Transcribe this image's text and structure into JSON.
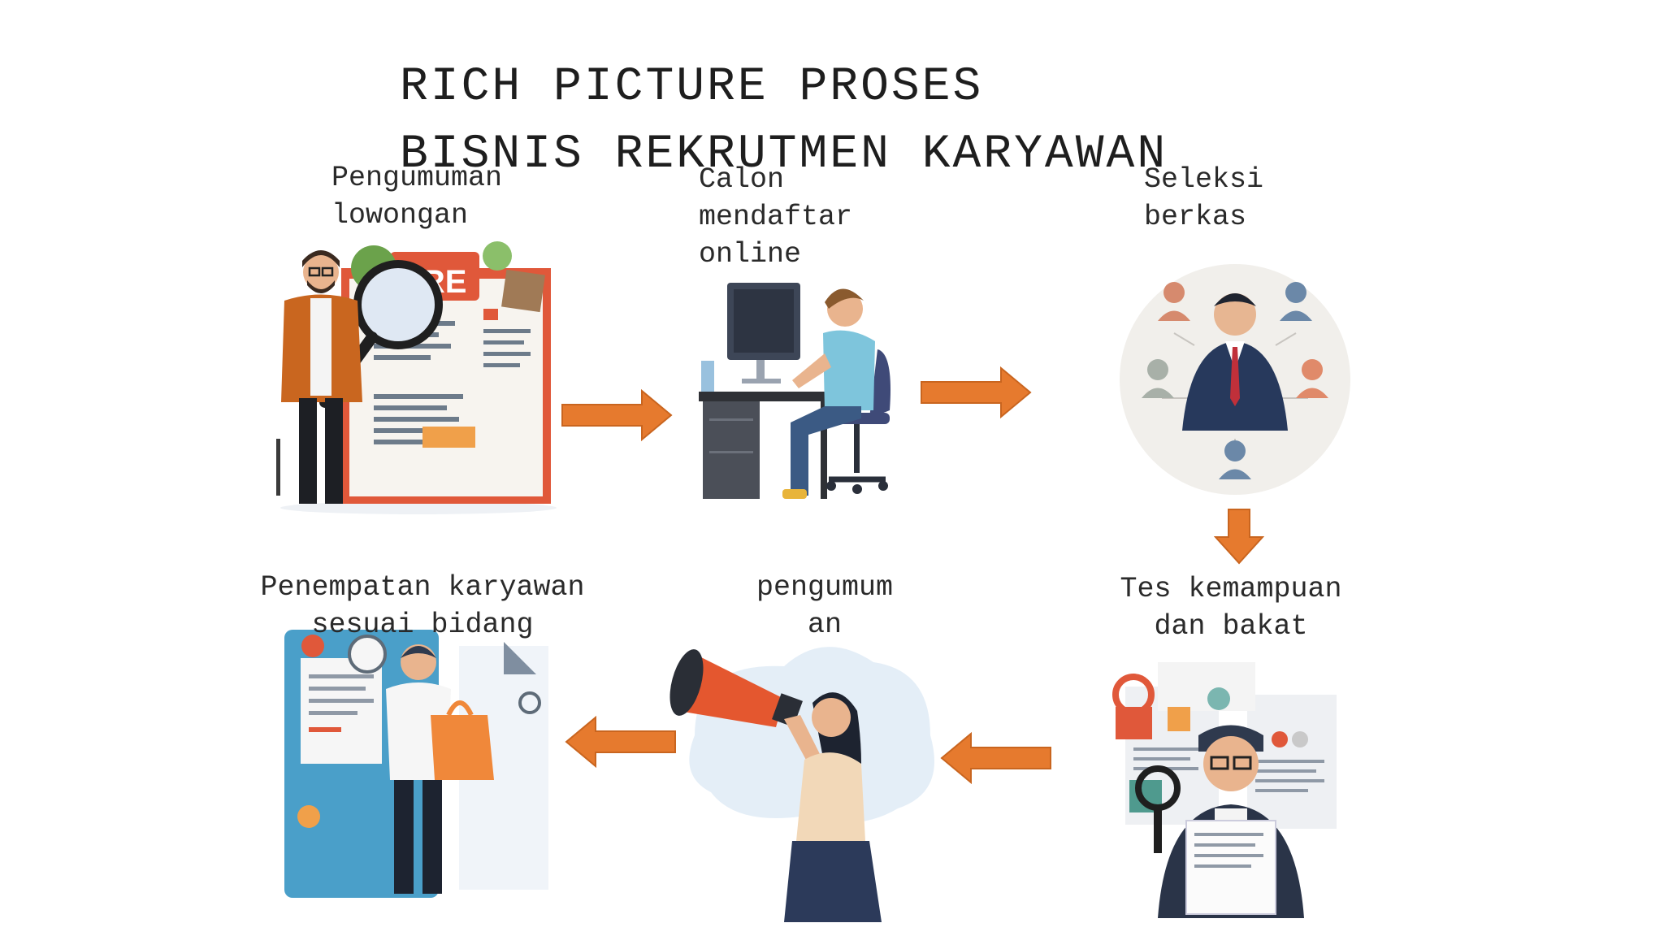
{
  "diagram": {
    "title_lines": [
      "RICH PICTURE PROSES",
      "BISNIS REKRUTMEN KARYAWAN"
    ],
    "steps": [
      {
        "label_lines": [
          "Pengumuman",
          "lowongan"
        ],
        "illustration": "magnifier-job-ad"
      },
      {
        "label_lines": [
          "Calon",
          "mendaftar",
          "online"
        ],
        "illustration": "person-at-computer"
      },
      {
        "label_lines": [
          "Seleksi",
          "berkas"
        ],
        "illustration": "candidate-network"
      },
      {
        "label_lines": [
          "Tes kemampuan",
          "dan bakat"
        ],
        "illustration": "document-review"
      },
      {
        "label_lines": [
          "pengumum",
          "an"
        ],
        "illustration": "megaphone-woman"
      },
      {
        "label_lines": [
          "Penempatan karyawan",
          "sesuai bidang"
        ],
        "illustration": "employee-placement"
      }
    ],
    "arrow_color": "#e67a2e",
    "flow": [
      "right",
      "right",
      "down",
      "left",
      "left"
    ]
  }
}
